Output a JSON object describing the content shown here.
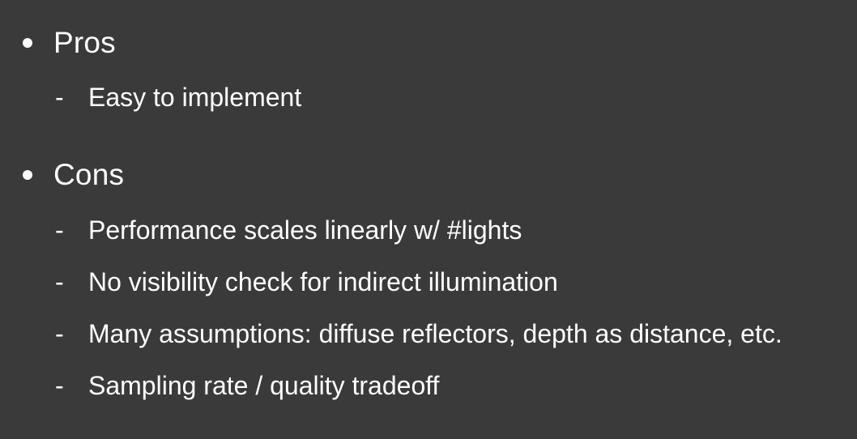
{
  "slide": {
    "pros": {
      "heading": "Pros",
      "items": [
        "Easy to implement"
      ]
    },
    "cons": {
      "heading": "Cons",
      "items": [
        "Performance scales linearly w/ #lights",
        "No visibility check for indirect illumination",
        "Many assumptions: diffuse reflectors, depth as distance, etc.",
        "Sampling rate / quality tradeoff"
      ]
    },
    "dash_glyph": "-"
  }
}
